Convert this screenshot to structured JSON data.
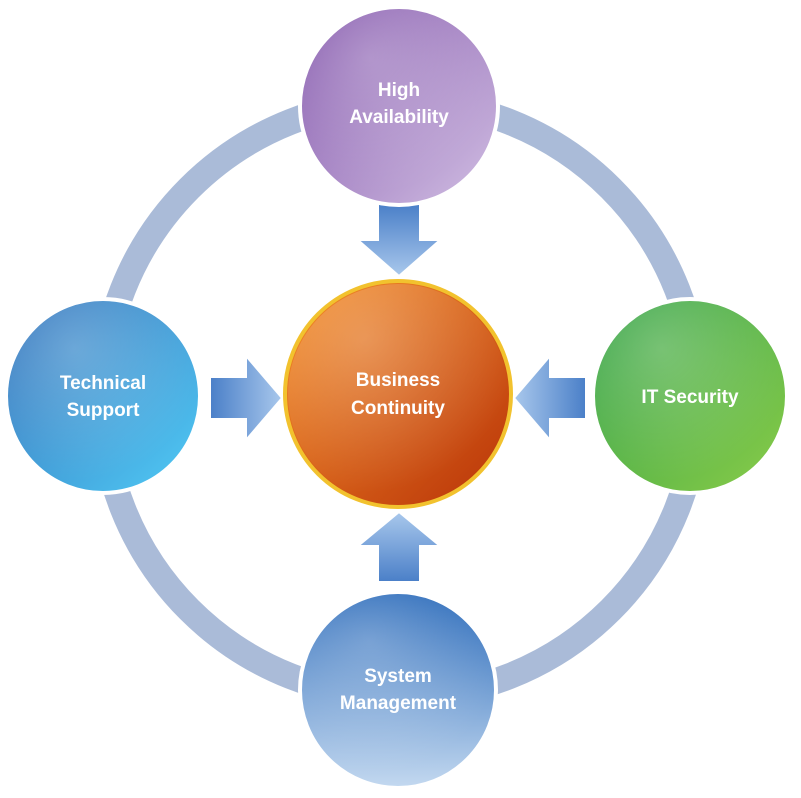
{
  "diagram": {
    "center": {
      "lines": [
        "Business",
        "Continuity"
      ]
    },
    "nodes": [
      {
        "id": "high-availability",
        "lines": [
          "High",
          "Availability"
        ]
      },
      {
        "id": "technical-support",
        "lines": [
          "Technical",
          "Support"
        ]
      },
      {
        "id": "it-security",
        "lines": [
          "IT Security"
        ]
      },
      {
        "id": "system-management",
        "lines": [
          "System",
          "Management"
        ]
      }
    ],
    "colors": {
      "ring": "#aabbd8",
      "arrow": "#5b8fd0",
      "center_border": "#f2c22e",
      "center_from": "#f5902a",
      "center_to": "#b83208",
      "high_availability_from": "#7e4fa8",
      "high_availability_to": "#d3c1e4",
      "technical_support_from": "#2f6db8",
      "technical_support_to": "#52cdf7",
      "it_security_from": "#2ea043",
      "it_security_to": "#8ccd4a",
      "system_management_from": "#2466b8",
      "system_management_to": "#c4d9f0"
    }
  }
}
